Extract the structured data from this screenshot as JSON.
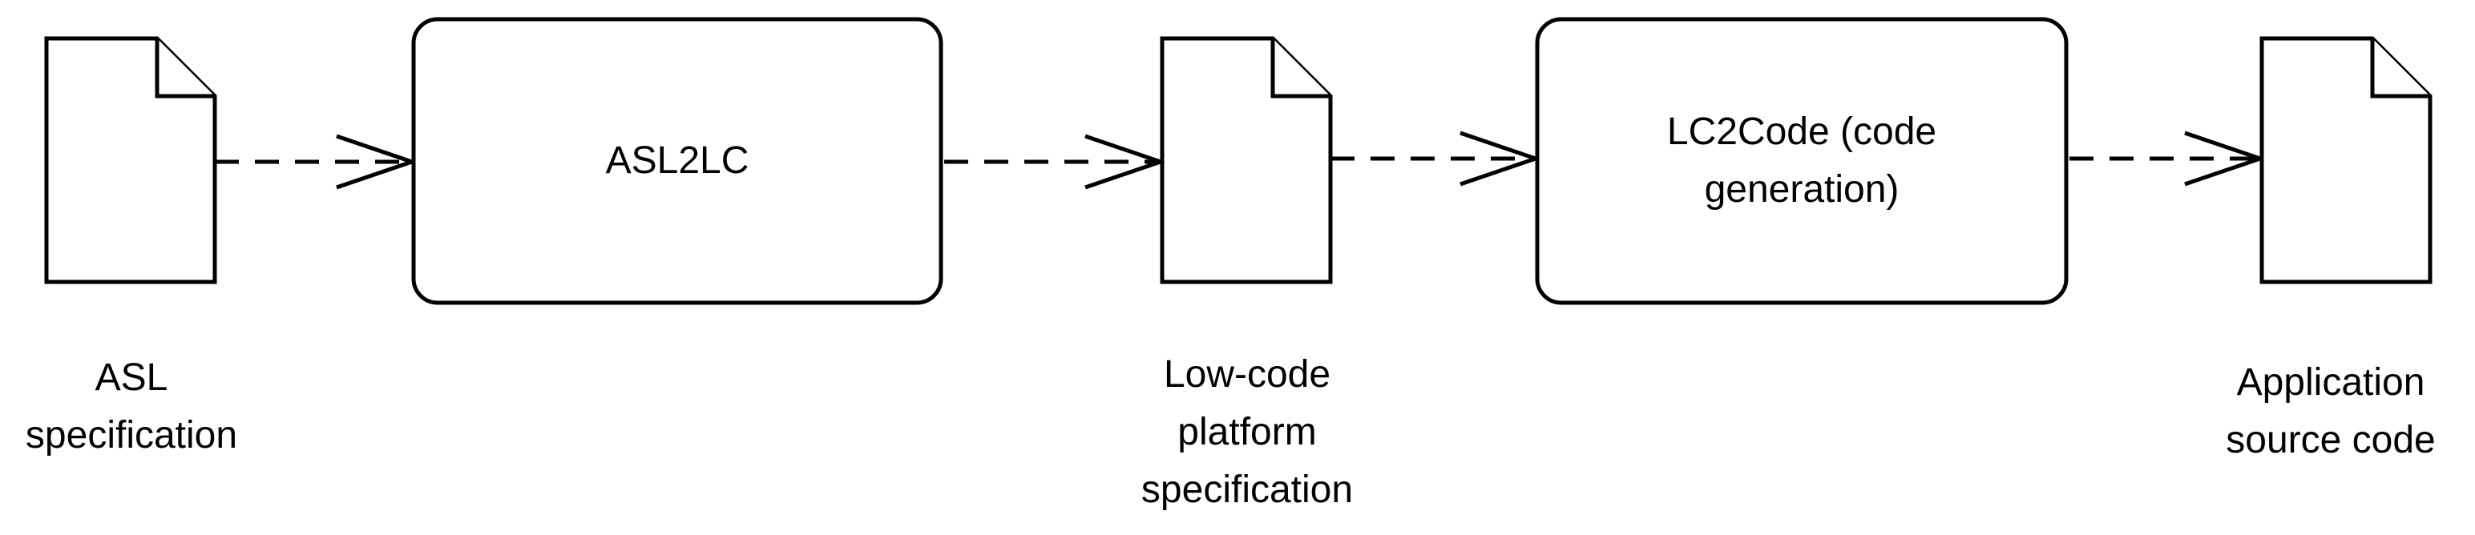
{
  "nodes": {
    "asl_spec": {
      "label": "ASL\nspecification"
    },
    "asl2lc": {
      "label": "ASL2LC"
    },
    "lowcode_spec": {
      "label": "Low-code\nplatform\nspecification"
    },
    "lc2code": {
      "label": "LC2Code (code\ngeneration)"
    },
    "app_source": {
      "label": "Application\nsource code"
    }
  },
  "colors": {
    "stroke": "#000000",
    "fill": "#ffffff"
  }
}
